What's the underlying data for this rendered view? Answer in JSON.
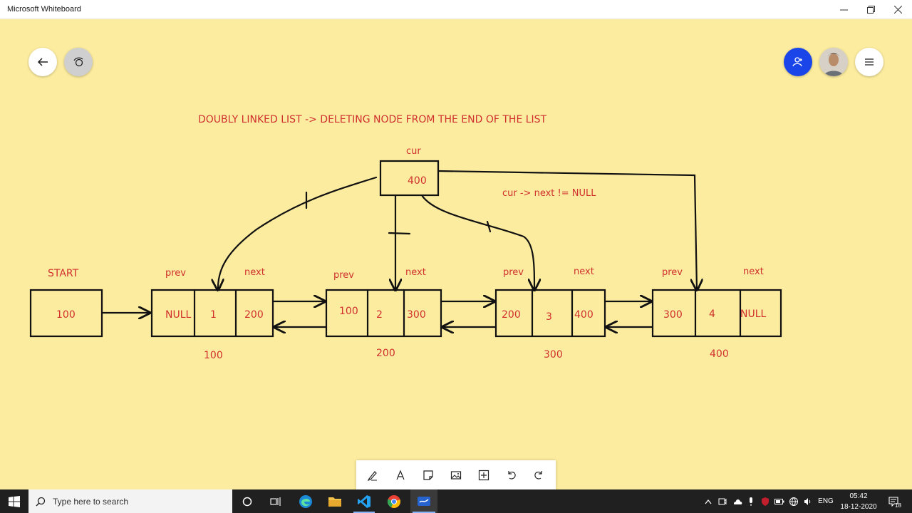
{
  "window": {
    "title": "Microsoft Whiteboard"
  },
  "board": {
    "title": "DOUBLY LINKED LIST -> DELETING NODE FROM THE END OF THE LIST",
    "cur_label": "cur",
    "cur_value": "400",
    "condition": "cur -> next != NULL",
    "start_label": "START",
    "start_value": "100",
    "nodes": [
      {
        "prev": "NULL",
        "data": "1",
        "next": "200",
        "address": "100",
        "prev_label": "prev",
        "next_label": "next"
      },
      {
        "prev": "100",
        "data": "2",
        "next": "300",
        "address": "200",
        "prev_label": "prev",
        "next_label": "next"
      },
      {
        "prev": "200",
        "data": "3",
        "next": "400",
        "address": "300",
        "prev_label": "prev",
        "next_label": "next"
      },
      {
        "prev": "300",
        "data": "4",
        "next": "NULL",
        "address": "400",
        "prev_label": "prev",
        "next_label": "next"
      }
    ],
    "ink_color": "#d0302e"
  },
  "toolbar": {
    "tools": [
      "pen-icon",
      "text-icon",
      "note-icon",
      "image-icon",
      "add-icon",
      "undo-icon",
      "redo-icon"
    ]
  },
  "taskbar": {
    "search_placeholder": "Type here to search",
    "language": "ENG",
    "time": "05:42",
    "date": "18-12-2020",
    "notification_count": "18"
  }
}
